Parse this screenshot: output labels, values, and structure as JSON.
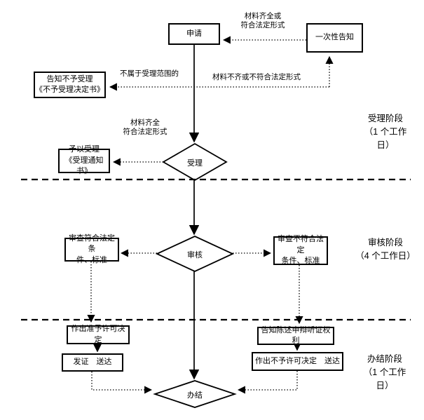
{
  "nodes": {
    "apply": {
      "label": "申请"
    },
    "one_time_notice": {
      "label": "一次性告知"
    },
    "notify_rejection": {
      "label": "告知不予受理\n《不予受理决定书》"
    },
    "accept": {
      "label": "受理"
    },
    "grant_acceptance": {
      "label": "予以受理\n《受理通知书》"
    },
    "review": {
      "label": "审核"
    },
    "review_pass": {
      "label": "审查符合法定条\n件、标准"
    },
    "review_fail": {
      "label": "审查不符合法定\n条件、标准"
    },
    "grant_permit": {
      "label": "作出准予许可决定"
    },
    "issue_deliver": {
      "label": "发证　送达"
    },
    "notify_rights": {
      "label": "告知陈述申辩听证权利"
    },
    "deny_permit": {
      "label": "作出不予许可决定　送达"
    },
    "finish": {
      "label": "办结"
    }
  },
  "edge_labels": {
    "materials_ok_top": "材料齐全或\n符合法定形式",
    "out_of_scope": "不属于受理范围的",
    "materials_incomplete": "材料不齐或不符合法定形式",
    "materials_ok_mid": "材料齐全\n符合法定形式"
  },
  "stages": {
    "accept": "受理阶段\n（1 个工作\n日）",
    "review": "审核阶段\n（4 个工作日）",
    "finish": "办结阶段\n（1 个工作\n日）"
  },
  "colors": {
    "line": "#000000",
    "background": "#ffffff",
    "text": "#000000"
  }
}
